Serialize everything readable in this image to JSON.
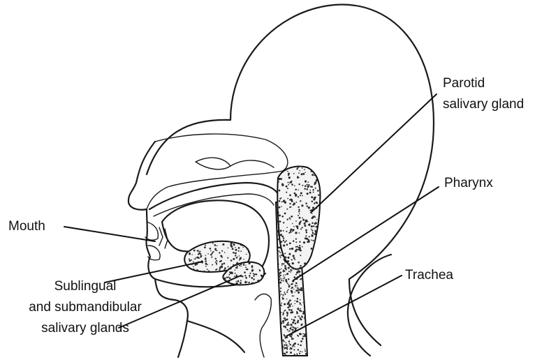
{
  "labels": {
    "parotid": [
      "Parotid",
      "salivary gland"
    ],
    "pharynx": "Pharynx",
    "mouth": "Mouth",
    "trachea": "Trachea",
    "sublingual": [
      "Sublingual",
      "and submandibular",
      "salivary glands"
    ]
  }
}
